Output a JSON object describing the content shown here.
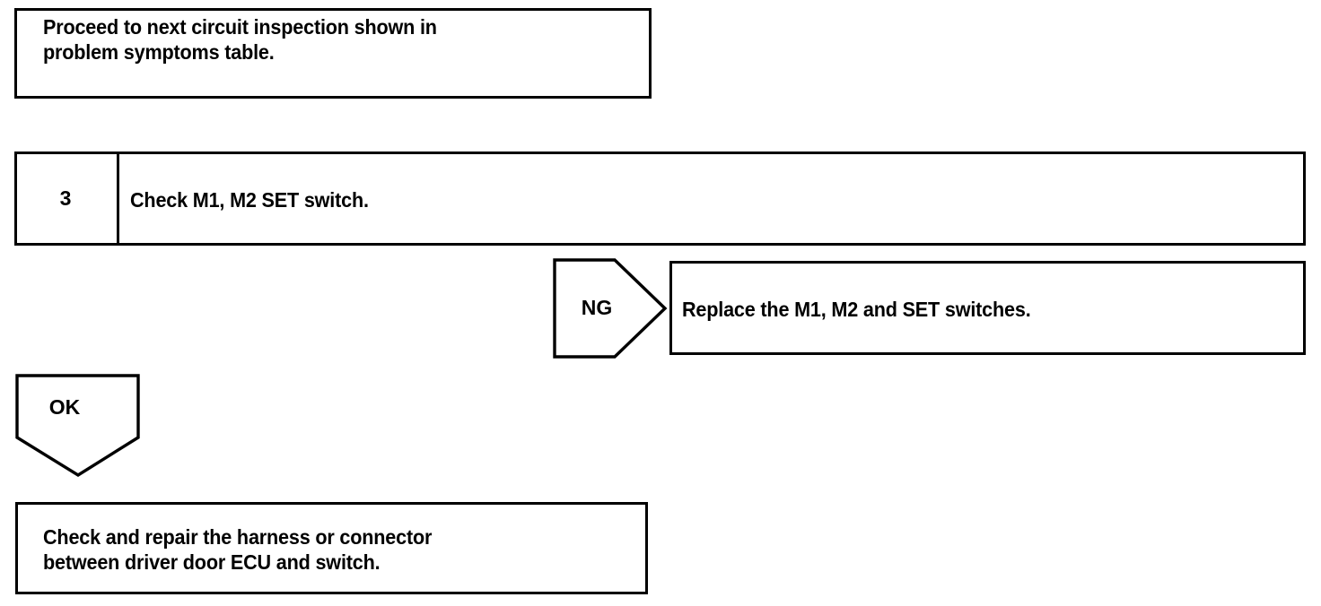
{
  "document": {
    "type": "automotive-troubleshooting-flowchart",
    "background_color": "#ffffff",
    "line_color": "#000000"
  },
  "nodes": {
    "proceed_box": {
      "text": "Proceed to next circuit inspection shown in\nproblem symptoms table."
    },
    "step_row": {
      "number": "3",
      "instruction": "Check M1, M2 SET switch."
    },
    "ng_branch": {
      "label": "NG",
      "result_text": "Replace the M1, M2 and SET switches."
    },
    "ok_branch": {
      "label": "OK"
    },
    "harness_box": {
      "text": "Check and repair the harness or connector\nbetween driver door ECU and switch."
    }
  }
}
